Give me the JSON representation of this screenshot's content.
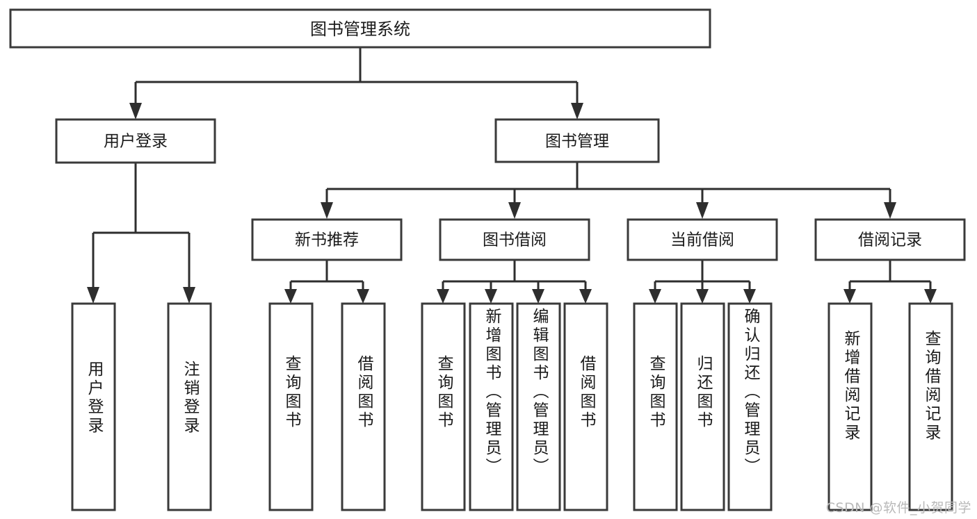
{
  "diagram": {
    "type": "hierarchy-tree",
    "title": "图书管理系统",
    "watermark": "CSDN @软件_小贺同学",
    "colors": {
      "box_stroke": "#3a3a3a",
      "connector": "#2e2e2e",
      "background": "#ffffff",
      "text": "#1a1a1a",
      "watermark_text": "#b9b9b9"
    },
    "root": {
      "id": "root",
      "label": "图书管理系统",
      "orientation": "horizontal"
    },
    "level2": [
      {
        "id": "user-login",
        "label": "用户登录",
        "orientation": "horizontal"
      },
      {
        "id": "book-management",
        "label": "图书管理",
        "orientation": "horizontal"
      }
    ],
    "level3": [
      {
        "id": "new-book-recommend",
        "label": "新书推荐",
        "parent": "book-management",
        "orientation": "horizontal"
      },
      {
        "id": "book-borrow",
        "label": "图书借阅",
        "parent": "book-management",
        "orientation": "horizontal"
      },
      {
        "id": "current-borrow",
        "label": "当前借阅",
        "parent": "book-management",
        "orientation": "horizontal"
      },
      {
        "id": "borrow-record",
        "label": "借阅记录",
        "parent": "book-management",
        "orientation": "horizontal"
      }
    ],
    "leaves": [
      {
        "id": "leaf-user-login",
        "label": "用户登录",
        "parent": "user-login",
        "orientation": "vertical"
      },
      {
        "id": "leaf-user-logout",
        "label": "注销登录",
        "parent": "user-login",
        "orientation": "vertical"
      },
      {
        "id": "leaf-query-book-1",
        "label": "查询图书",
        "parent": "new-book-recommend",
        "orientation": "vertical"
      },
      {
        "id": "leaf-borrow-book-1",
        "label": "借阅图书",
        "parent": "new-book-recommend",
        "orientation": "vertical"
      },
      {
        "id": "leaf-query-book-2",
        "label": "查询图书",
        "parent": "book-borrow",
        "orientation": "vertical"
      },
      {
        "id": "leaf-add-book",
        "label": "新增图书（管理员）",
        "parent": "book-borrow",
        "orientation": "vertical"
      },
      {
        "id": "leaf-edit-book",
        "label": "编辑图书（管理员）",
        "parent": "book-borrow",
        "orientation": "vertical"
      },
      {
        "id": "leaf-borrow-book-2",
        "label": "借阅图书",
        "parent": "book-borrow",
        "orientation": "vertical"
      },
      {
        "id": "leaf-query-book-3",
        "label": "查询图书",
        "parent": "current-borrow",
        "orientation": "vertical"
      },
      {
        "id": "leaf-return-book",
        "label": "归还图书",
        "parent": "current-borrow",
        "orientation": "vertical"
      },
      {
        "id": "leaf-confirm-return",
        "label": "确认归还（管理员）",
        "parent": "current-borrow",
        "orientation": "vertical"
      },
      {
        "id": "leaf-add-record",
        "label": "新增借阅记录",
        "parent": "borrow-record",
        "orientation": "vertical"
      },
      {
        "id": "leaf-query-record",
        "label": "查询借阅记录",
        "parent": "borrow-record",
        "orientation": "vertical"
      }
    ]
  }
}
